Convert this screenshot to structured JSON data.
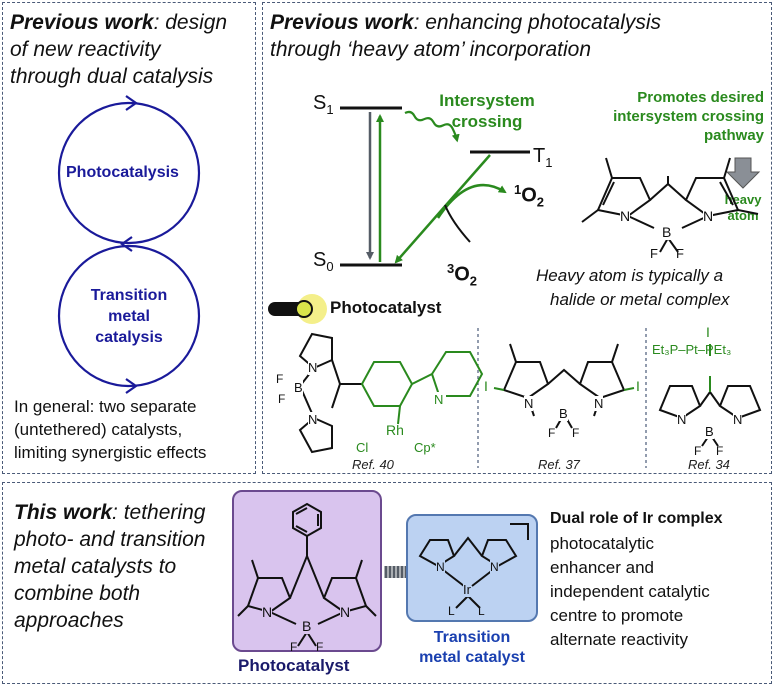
{
  "left_panel": {
    "title_bold": "Previous work",
    "title_rest_1": ": design",
    "title_line2": "of new reactivity",
    "title_line3": "through dual catalysis",
    "cycle_photo_label": "Photocatalysis",
    "cycle_tm_label": "Transition metal catalysis",
    "note_line1": "In general: two separate",
    "note_line2": "(untethered) catalysts,",
    "note_line3": "limiting synergistic effects"
  },
  "right_panel": {
    "title_bold": "Previous work",
    "title_rest_1": ": enhancing photocatalysis",
    "title_line2": "through ‘heavy atom’ incorporation",
    "jablonski": {
      "s1_label": "S",
      "s1_sub": "1",
      "s0_label": "S",
      "s0_sub": "0",
      "t1_label": "T",
      "t1_sub": "1",
      "isc_line1": "Intersystem",
      "isc_line2": "crossing",
      "singlet_o2_sup": "1",
      "singlet_o2": "O",
      "singlet_o2_sub": "2",
      "triplet_o2_sup": "3",
      "triplet_o2": "O",
      "triplet_o2_sub": "2",
      "photocatalyst_label": "Photocatalyst"
    },
    "promotes_line1": "Promotes desired",
    "promotes_line2": "intersystem crossing",
    "promotes_line3": "pathway",
    "heavy_atom_line1": "heavy",
    "heavy_atom_line2": "atom",
    "heavy_note_line1": "Heavy atom is typically a",
    "heavy_note_line2": "halide or metal complex",
    "bodipy_atoms": {
      "N": "N",
      "B": "B",
      "F": "F"
    },
    "ref40": {
      "label": "Ref. 40",
      "rh": "Rh",
      "cl": "Cl",
      "cp": "Cp*",
      "n": "N"
    },
    "ref37": {
      "label": "Ref. 37",
      "i": "I"
    },
    "ref34": {
      "label": "Ref. 34",
      "i": "I",
      "pt_line": "Et₃P–Pt–PEt₃"
    }
  },
  "bottom_panel": {
    "title_bold": "This work",
    "title_rest_1": ": tethering",
    "title_line2": "photo- and transition",
    "title_line3": "metal catalysts to",
    "title_line4": "combine both",
    "title_line5": "approaches",
    "photocatalyst_label": "Photocatalyst",
    "tm_label_line1": "Transition",
    "tm_label_line2": "metal catalyst",
    "ir": "Ir",
    "l": "L",
    "dual_title": "Dual role of Ir complex",
    "dual_line1": "photocatalytic",
    "dual_line2": "enhancer and",
    "dual_line3": "independent catalytic",
    "dual_line4": "centre to promote",
    "dual_line5": "alternate reactivity"
  },
  "colors": {
    "border": "#4a5a78",
    "cycle_blue": "#1a1a9a",
    "green": "#2a8a1e",
    "gray_arrow": "#555c66",
    "photo_box": "#d9c4ee",
    "tm_box": "#bcd2f2",
    "yellow_glow": "#f4ef8a"
  }
}
